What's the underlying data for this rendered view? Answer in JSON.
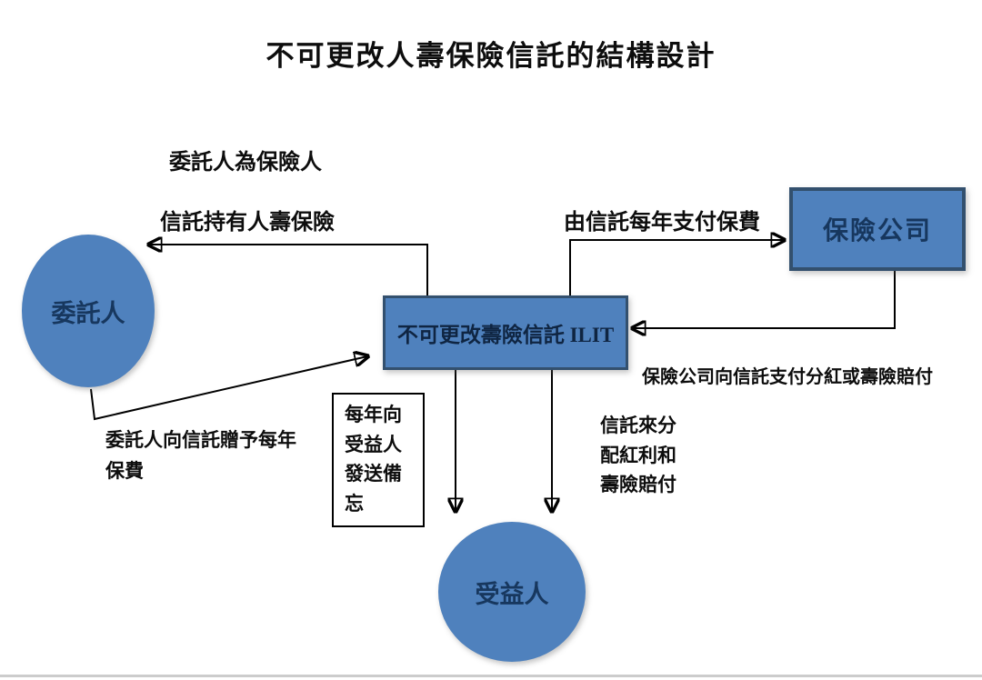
{
  "title": "不可更改人壽保險信託的結構設計",
  "nodes": {
    "grantor": {
      "label": "委託人"
    },
    "insurance_company": {
      "label": "保險公司"
    },
    "ilit": {
      "label": "不可更改壽險信託 ILIT"
    },
    "beneficiary": {
      "label": "受益人"
    }
  },
  "labels": {
    "grantor_is_insured": "委託人為保險人",
    "trust_holds_policy": "信託持有人壽保險",
    "trust_pays_premium": "由信託每年支付保費",
    "insurer_pays_trust": "保險公司向信託支付分紅或壽險賠付",
    "grantor_gifts_premium": "委託人向信託贈予每年保費",
    "annual_memo": "每年向受益人發送備忘",
    "trust_distributes": "信託來分配紅利和壽險賠付"
  },
  "colors": {
    "shape_fill": "#4f81bd",
    "shape_border": "#33506e",
    "node_text": "#17375e",
    "line": "#000000"
  }
}
